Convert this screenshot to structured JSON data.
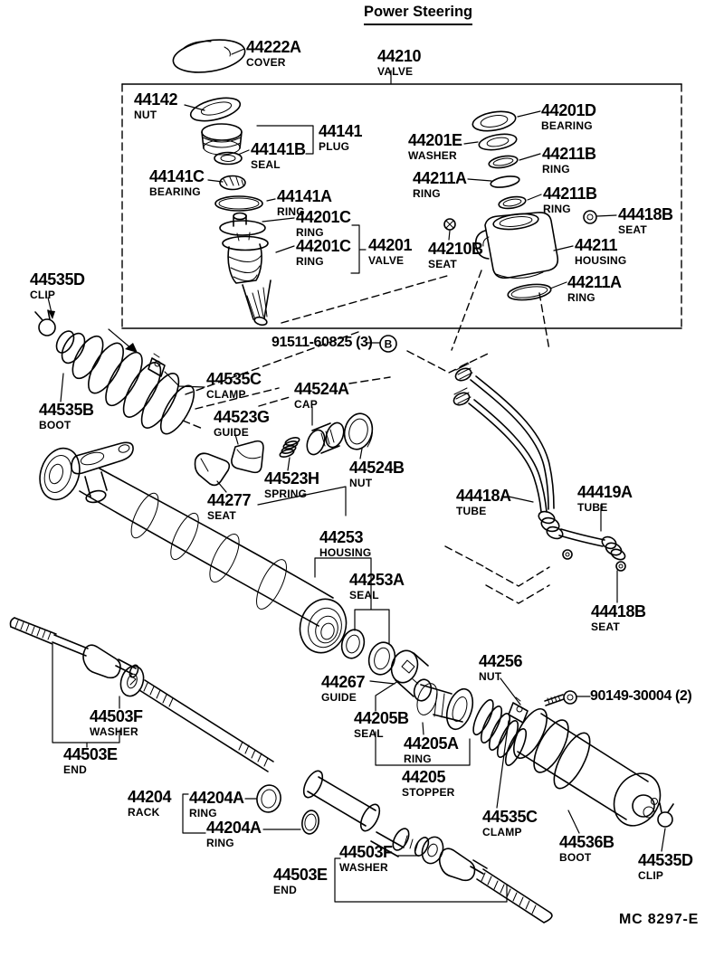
{
  "title": "Power Steering",
  "footer_code": "MC 8297-E",
  "bolt_marker": "B",
  "labels": [
    {
      "num": "44222A",
      "name": "COVER"
    },
    {
      "num": "44210",
      "name": "VALVE"
    },
    {
      "num": "44142",
      "name": "NUT"
    },
    {
      "num": "44141",
      "name": "PLUG"
    },
    {
      "num": "44141B",
      "name": "SEAL"
    },
    {
      "num": "44141C",
      "name": "BEARING"
    },
    {
      "num": "44141A",
      "name": "RING"
    },
    {
      "num": "44201C",
      "name": "RING"
    },
    {
      "num": "44201C",
      "name": "RING"
    },
    {
      "num": "44201",
      "name": "VALVE"
    },
    {
      "num": "44201D",
      "name": "BEARING"
    },
    {
      "num": "44201E",
      "name": "WASHER"
    },
    {
      "num": "44211B",
      "name": "RING"
    },
    {
      "num": "44211A",
      "name": "RING"
    },
    {
      "num": "44211B",
      "name": "RING"
    },
    {
      "num": "44418B",
      "name": "SEAT"
    },
    {
      "num": "44210B",
      "name": "SEAT"
    },
    {
      "num": "44211",
      "name": "HOUSING"
    },
    {
      "num": "44211A",
      "name": "RING"
    },
    {
      "num": "91511-60825 (3)",
      "name": ""
    },
    {
      "num": "44535D",
      "name": "CLIP"
    },
    {
      "num": "44535C",
      "name": "CLAMP"
    },
    {
      "num": "44524A",
      "name": "CAP"
    },
    {
      "num": "44523G",
      "name": "GUIDE"
    },
    {
      "num": "44535B",
      "name": "BOOT"
    },
    {
      "num": "44523H",
      "name": "SPRING"
    },
    {
      "num": "44524B",
      "name": "NUT"
    },
    {
      "num": "44277",
      "name": "SEAT"
    },
    {
      "num": "44418A",
      "name": "TUBE"
    },
    {
      "num": "44419A",
      "name": "TUBE"
    },
    {
      "num": "44253",
      "name": "HOUSING"
    },
    {
      "num": "44253A",
      "name": "SEAL"
    },
    {
      "num": "44418B",
      "name": "SEAT"
    },
    {
      "num": "44267",
      "name": "GUIDE"
    },
    {
      "num": "44256",
      "name": "NUT"
    },
    {
      "num": "90149-30004 (2)",
      "name": ""
    },
    {
      "num": "44503F",
      "name": "WASHER"
    },
    {
      "num": "44503E",
      "name": "END"
    },
    {
      "num": "44205B",
      "name": "SEAL"
    },
    {
      "num": "44205A",
      "name": "RING"
    },
    {
      "num": "44205",
      "name": "STOPPER"
    },
    {
      "num": "44204",
      "name": "RACK"
    },
    {
      "num": "44204A",
      "name": "RING"
    },
    {
      "num": "44204A",
      "name": "RING"
    },
    {
      "num": "44535C",
      "name": "CLAMP"
    },
    {
      "num": "44536B",
      "name": "BOOT"
    },
    {
      "num": "44535D",
      "name": "CLIP"
    },
    {
      "num": "44503F",
      "name": "WASHER"
    },
    {
      "num": "44503E",
      "name": "END"
    }
  ]
}
